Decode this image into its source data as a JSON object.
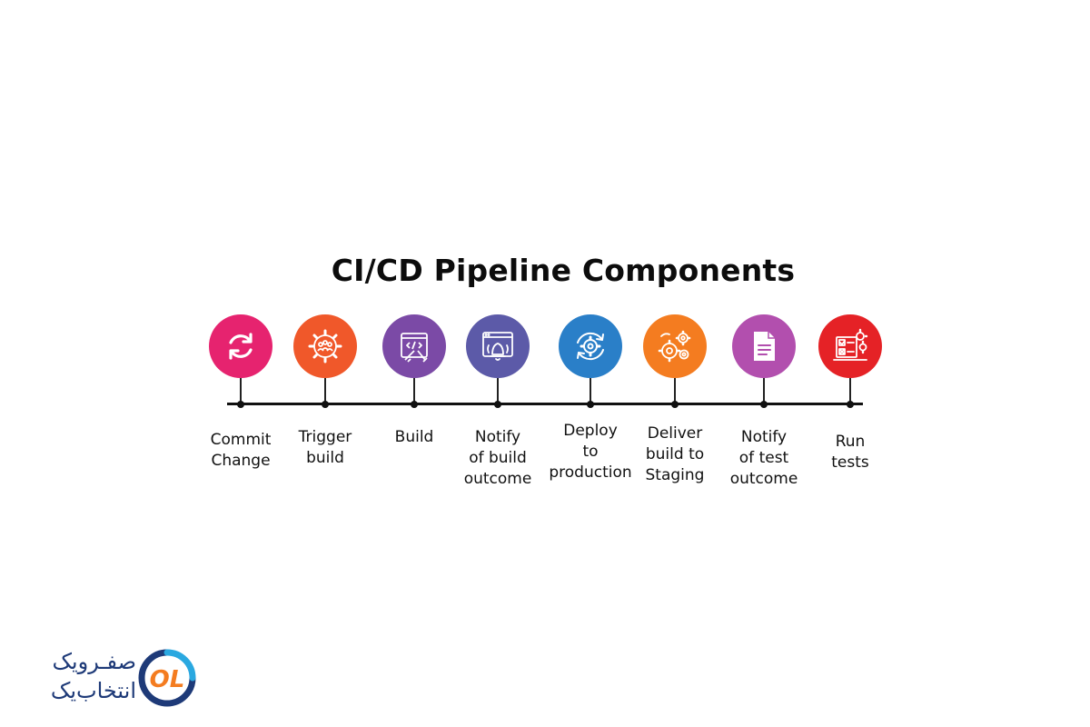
{
  "title": "CI/CD Pipeline Components",
  "steps": [
    {
      "lines": [
        "Commit",
        "Change"
      ],
      "color": "#e6236f",
      "icon": "refresh-icon"
    },
    {
      "lines": [
        "Trigger",
        "build"
      ],
      "color": "#f0582a",
      "icon": "gear-team-icon"
    },
    {
      "lines": [
        "Build"
      ],
      "color": "#7b4aa6",
      "icon": "build-tools-icon"
    },
    {
      "lines": [
        "Notify",
        "of build",
        "outcome"
      ],
      "color": "#5c5aa8",
      "icon": "browser-bell-icon"
    },
    {
      "lines": [
        "Deploy",
        "to",
        "production"
      ],
      "color": "#2a7fc8",
      "icon": "gear-cycle-icon"
    },
    {
      "lines": [
        "Deliver",
        "build to",
        "Staging"
      ],
      "color": "#f47c20",
      "icon": "gears-icon"
    },
    {
      "lines": [
        "Notify",
        "of test",
        "outcome"
      ],
      "color": "#b24fae",
      "icon": "document-icon"
    },
    {
      "lines": [
        "Run",
        "tests"
      ],
      "color": "#e52226",
      "icon": "test-checklist-icon"
    }
  ],
  "logo": {
    "line1": "صفـرویک",
    "line2": "انتخاب‌یک",
    "mark_text": "OL",
    "mark_color_dark": "#1e3a78",
    "mark_color_light": "#2aa8e0",
    "mark_color_accent": "#f47c20"
  }
}
